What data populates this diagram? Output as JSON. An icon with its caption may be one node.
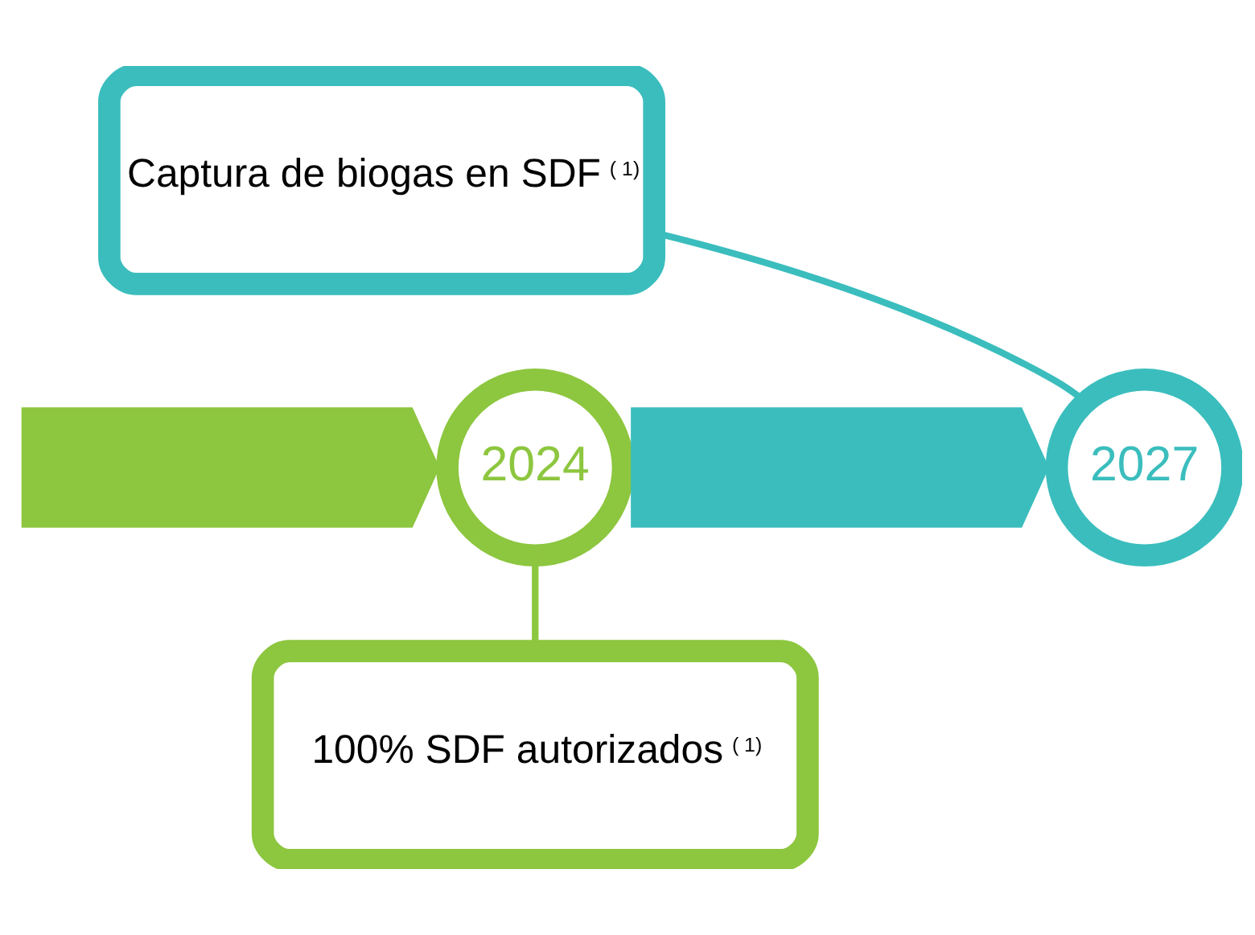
{
  "diagram": {
    "nodes": [
      {
        "text": [
          "Captura de biogas en SDF $^{( 1)}$"
        ]
      },
      {
        "text": [],
        "shape": "chevron"
      },
      {
        "text": [
          "2024"
        ]
      },
      {
        "text": [],
        "shape": "chevron"
      },
      {
        "text": [
          "2027"
        ]
      },
      {
        "text": [
          "100% SDF autorizados $^{( 1)}$"
        ]
      }
    ],
    "edges": [
      {
        "from": 4,
        "to": 0,
        "arrow": "none",
        "color": "#3bbdbd"
      },
      {
        "from": 2,
        "to": 5,
        "arrow": "none",
        "color": "#8dc63f"
      }
    ]
  }
}
